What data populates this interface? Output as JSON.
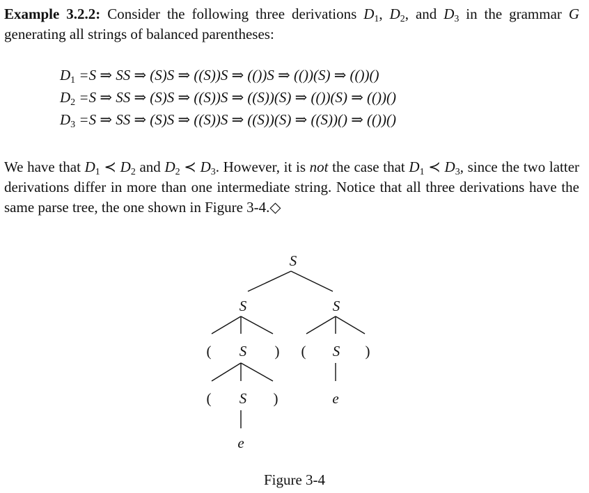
{
  "intro": {
    "label": "Example 3.2.2:",
    "text_1": " Consider the following three derivations ",
    "d1": "D",
    "d1_sub": "1",
    "sep_1": ", ",
    "d2": "D",
    "d2_sub": "2",
    "sep_2": ", and ",
    "d3": "D",
    "d3_sub": "3",
    "text_2": " in the grammar ",
    "g": "G",
    "text_3": " generating all strings of balanced parentheses:"
  },
  "derivations": [
    {
      "name": "D",
      "sub": "1",
      "body": " =S ⇒ SS ⇒ (S)S ⇒ ((S))S ⇒ (())S ⇒ (())(S) ⇒ (())()"
    },
    {
      "name": "D",
      "sub": "2",
      "body": " =S ⇒ SS ⇒ (S)S ⇒ ((S))S ⇒ ((S))(S) ⇒ (())(S) ⇒ (())()"
    },
    {
      "name": "D",
      "sub": "3",
      "body": " =S ⇒ SS ⇒ (S)S ⇒ ((S))S ⇒ ((S))(S) ⇒ ((S))() ⇒ (())()"
    }
  ],
  "remark": {
    "t1": "We have that ",
    "a": "D",
    "a_sub": "1",
    "prec_1": " ≺ ",
    "b": "D",
    "b_sub": "2",
    "t2": " and ",
    "c": "D",
    "c_sub": "2",
    "prec_2": " ≺ ",
    "d": "D",
    "d_sub": "3",
    "t3": ". However, it is ",
    "not": "not",
    "t4": " the case that ",
    "e": "D",
    "e_sub": "1",
    "prec_3": " ≺ ",
    "f": "D",
    "f_sub": "3",
    "t5": ", since the two latter derivations differ in more than one intermediate string. Notice that all three derivations have the same parse tree, the one shown in Figure 3-4.",
    "end_mark": "◇"
  },
  "tree": {
    "root": "S",
    "left_s": "S",
    "right_s": "S",
    "l_open": "(",
    "l_mid": "S",
    "l_close": ")",
    "r_open": "(",
    "r_mid": "S",
    "r_close": ")",
    "ll_open": "(",
    "ll_mid": "S",
    "ll_close": ")",
    "r_leaf": "e",
    "ll_leaf": "e"
  },
  "caption": "Figure 3-4"
}
